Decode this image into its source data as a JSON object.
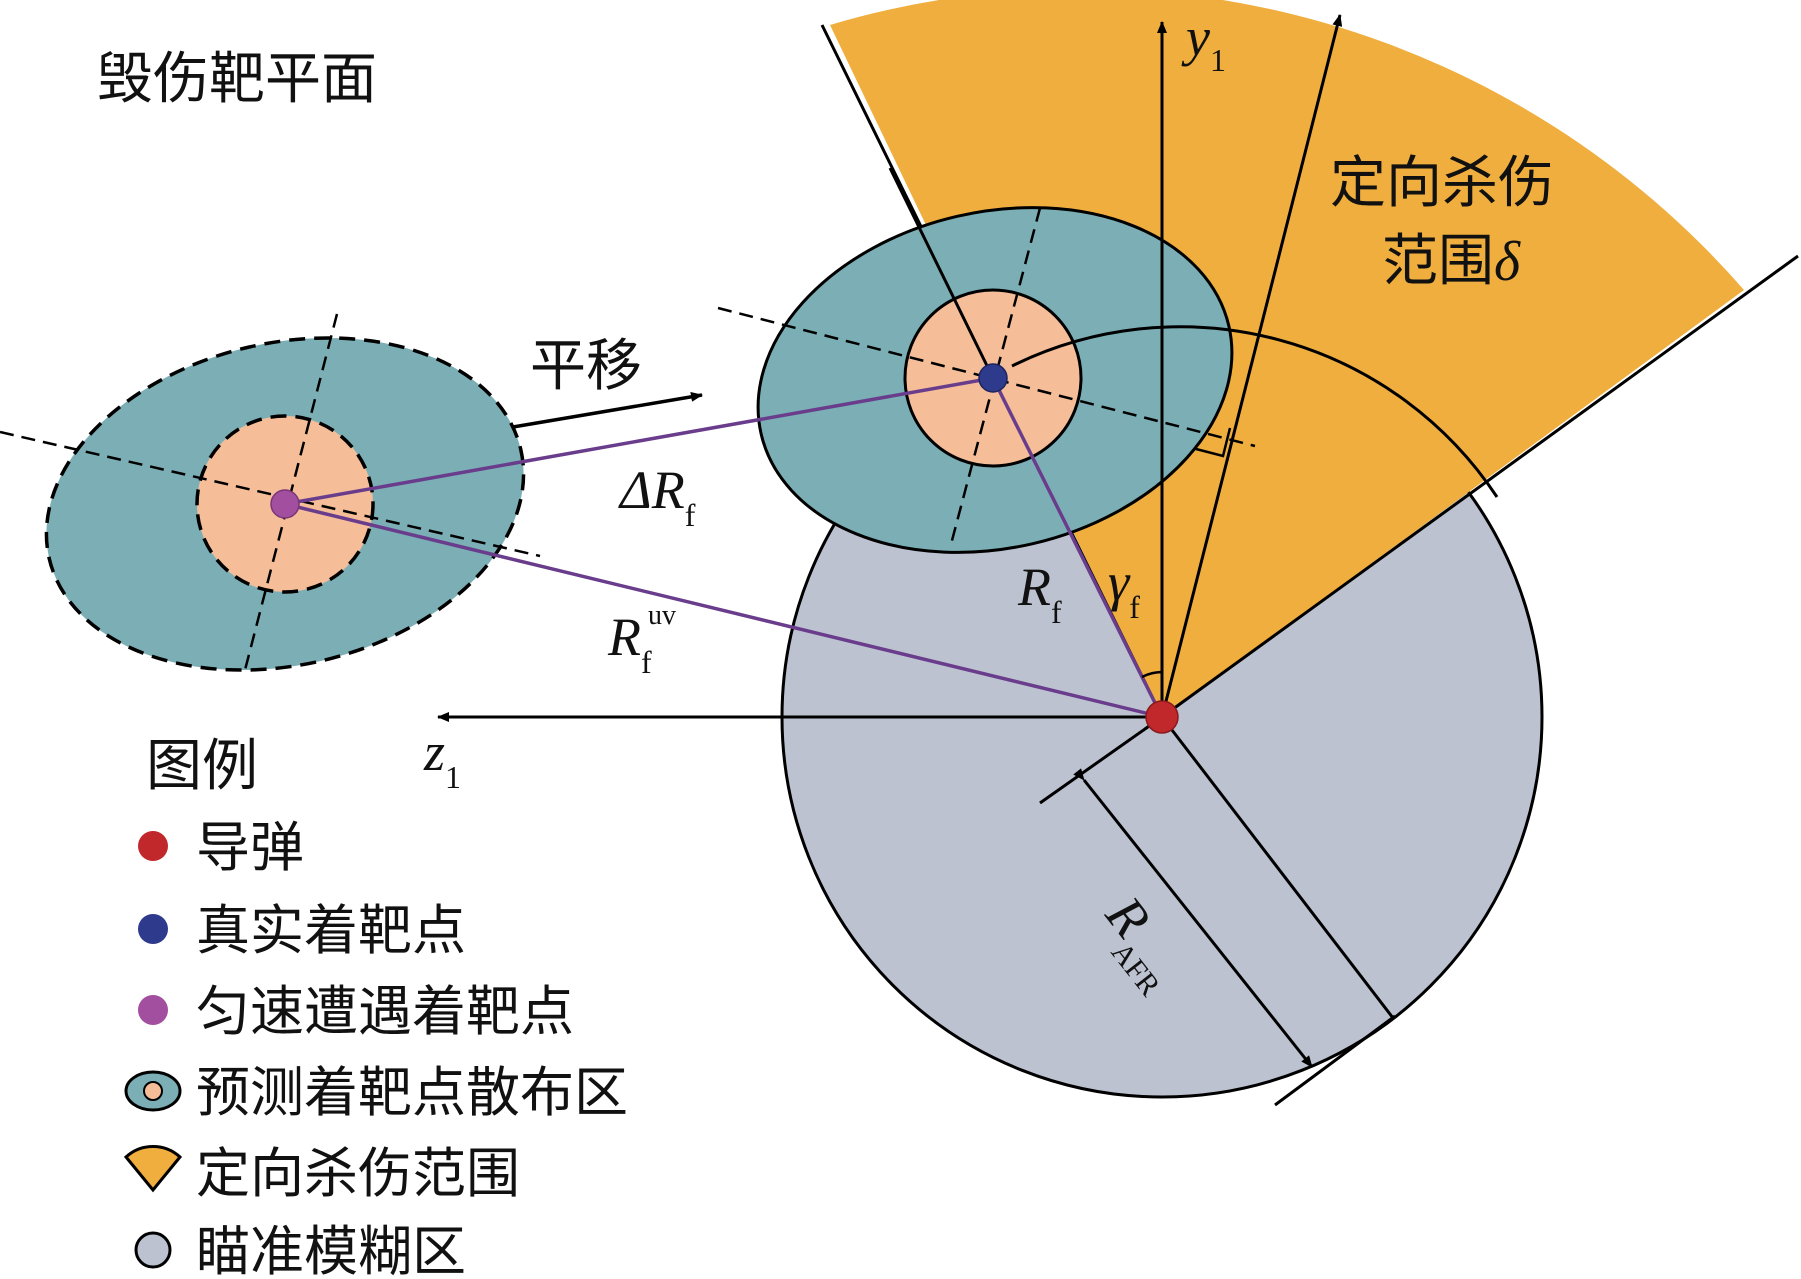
{
  "title": "毁伤靶平面",
  "translate_label": "平移",
  "sector_label_line1": "定向杀伤",
  "sector_label_line2": "范围",
  "sector_label_symbol": "δ",
  "delta_symbol": "ΔR",
  "delta_sub": "f",
  "r_uv_main": "R",
  "r_uv_sub": "f",
  "r_uv_sup": "uv",
  "rf_main": "R",
  "rf_sub": "f",
  "gamma_main": "γ",
  "gamma_sub": "f",
  "y_axis_main": "y",
  "y_axis_sub": "1",
  "z_axis_main": "z",
  "z_axis_sub": "1",
  "rafr_main": "R",
  "rafr_sub": "AFR",
  "legend": {
    "title": "图例",
    "items": [
      {
        "label": "导弹",
        "icon": "missile-dot-icon"
      },
      {
        "label": "真实着靶点",
        "icon": "true-hit-point-icon"
      },
      {
        "label": "匀速遭遇着靶点",
        "icon": "uniform-encounter-hit-point-icon"
      },
      {
        "label": "预测着靶点散布区",
        "icon": "dispersion-ellipse-icon"
      },
      {
        "label": "定向杀伤范围",
        "icon": "kill-sector-icon"
      },
      {
        "label": "瞄准模糊区",
        "icon": "aim-blur-circle-icon"
      }
    ]
  },
  "colors": {
    "sector": "#EFAE3E",
    "ellipse": "#7BAFB5",
    "inner_circle": "#F5BE98",
    "blur_circle": "#BDC2D1",
    "missile": "#C0282C",
    "true_point": "#2E3A8C",
    "uniform_point": "#A34FA0",
    "purple_line": "#6A3D8C"
  }
}
